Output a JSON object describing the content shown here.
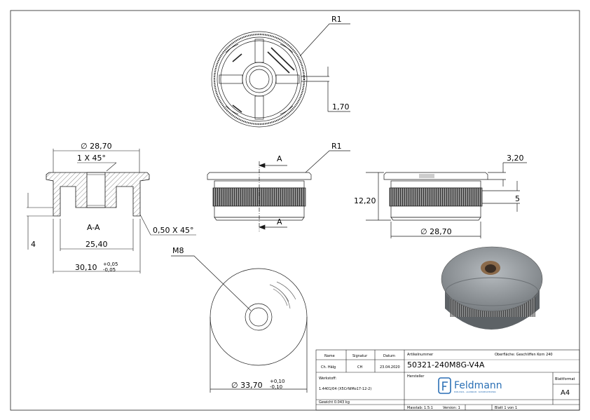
{
  "colors": {
    "line": "#1a1a1a",
    "hatch": "#555555",
    "brand": "#2a6fb5",
    "render_top": "#8a8f93",
    "render_side": "#5d6266"
  },
  "top_view": {
    "radius_label": "R1",
    "depth_label": "1,70"
  },
  "section": {
    "diameter_label": "∅ 28,70",
    "chamfer_top": "1 X 45°",
    "name": "A-A",
    "chamfer_side": "0,50 X 45°",
    "height_label": "4",
    "inner_width": "25,40",
    "outer_width": "30,10",
    "tol_upper": "+0,05",
    "tol_lower": "-0,05"
  },
  "front_view": {
    "radius_label": "R1",
    "cut_top": "A",
    "cut_bottom": "A"
  },
  "side_view": {
    "thickness": "3,20",
    "height": "12,20",
    "knurl_height": "5",
    "diameter": "∅ 28,70"
  },
  "bottom_view": {
    "thread": "M8",
    "diameter": "∅ 33,70",
    "tol_upper": "+0,10",
    "tol_lower": "-0,10"
  },
  "title_block": {
    "h_name": "Name",
    "h_signature": "Signatur",
    "h_date": "Datum",
    "name": "Ch. Hälg",
    "signature": "CH",
    "date": "23.04.2020",
    "material_label": "Werkstoff:",
    "material": "1.4401/04 (X5CrNiMo17-12-2)",
    "weight": "Gewicht 0.043 kg",
    "article_label": "Artikelnummer",
    "surface": "Oberfläche: Geschliffen Korn 240",
    "article": "50321-240M8G-V4A",
    "maker_label": "Hersteller",
    "brand": "Feldmann",
    "brand_sub": "EDELSTAHL · ALUMINIUM · SCHWEISSTECHNIK",
    "format_label": "Blattformat",
    "format": "A4",
    "scale": "Masstab: 1.5:1",
    "version": "Version: 1",
    "sheet": "Blatt 1 von 1"
  }
}
